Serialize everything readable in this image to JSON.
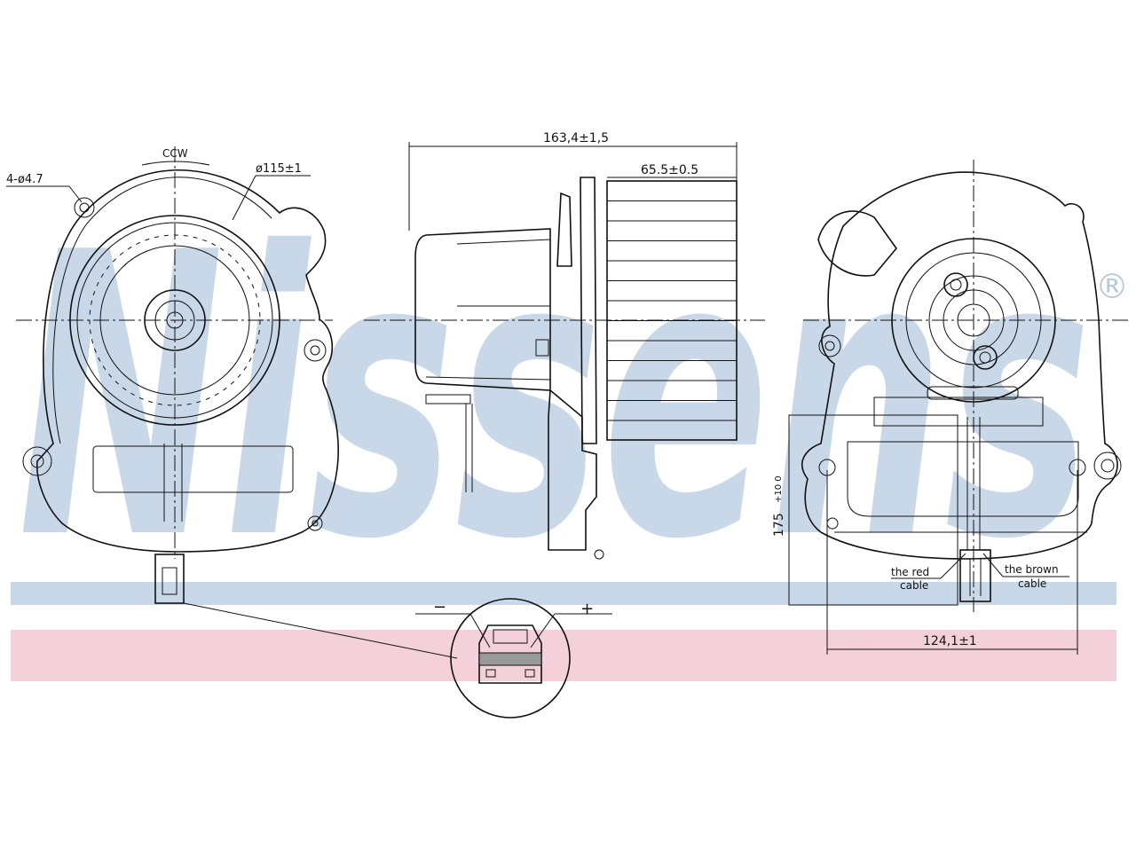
{
  "brand": {
    "watermark": "Nissens",
    "registered_mark": "®",
    "colors": {
      "blue": "#c9d8e8",
      "pink": "#f4d0da",
      "line": "#111111"
    }
  },
  "front_view": {
    "mount_holes": "4-ø4.7",
    "rotation": "CCW",
    "impeller_diameter": "ø115±1"
  },
  "side_view": {
    "overall_length": "163,4±1,5",
    "impeller_length": "65.5±0.5"
  },
  "rear_view": {
    "cable_length": "175",
    "cable_tolerance": "+10 0",
    "mount_spacing": "124,1±1",
    "red_cable_label_1": "the red",
    "red_cable_label_2": "cable",
    "brown_cable_label_1": "the brown",
    "brown_cable_label_2": "cable"
  },
  "connector_detail": {
    "negative": "−",
    "positive": "+"
  }
}
